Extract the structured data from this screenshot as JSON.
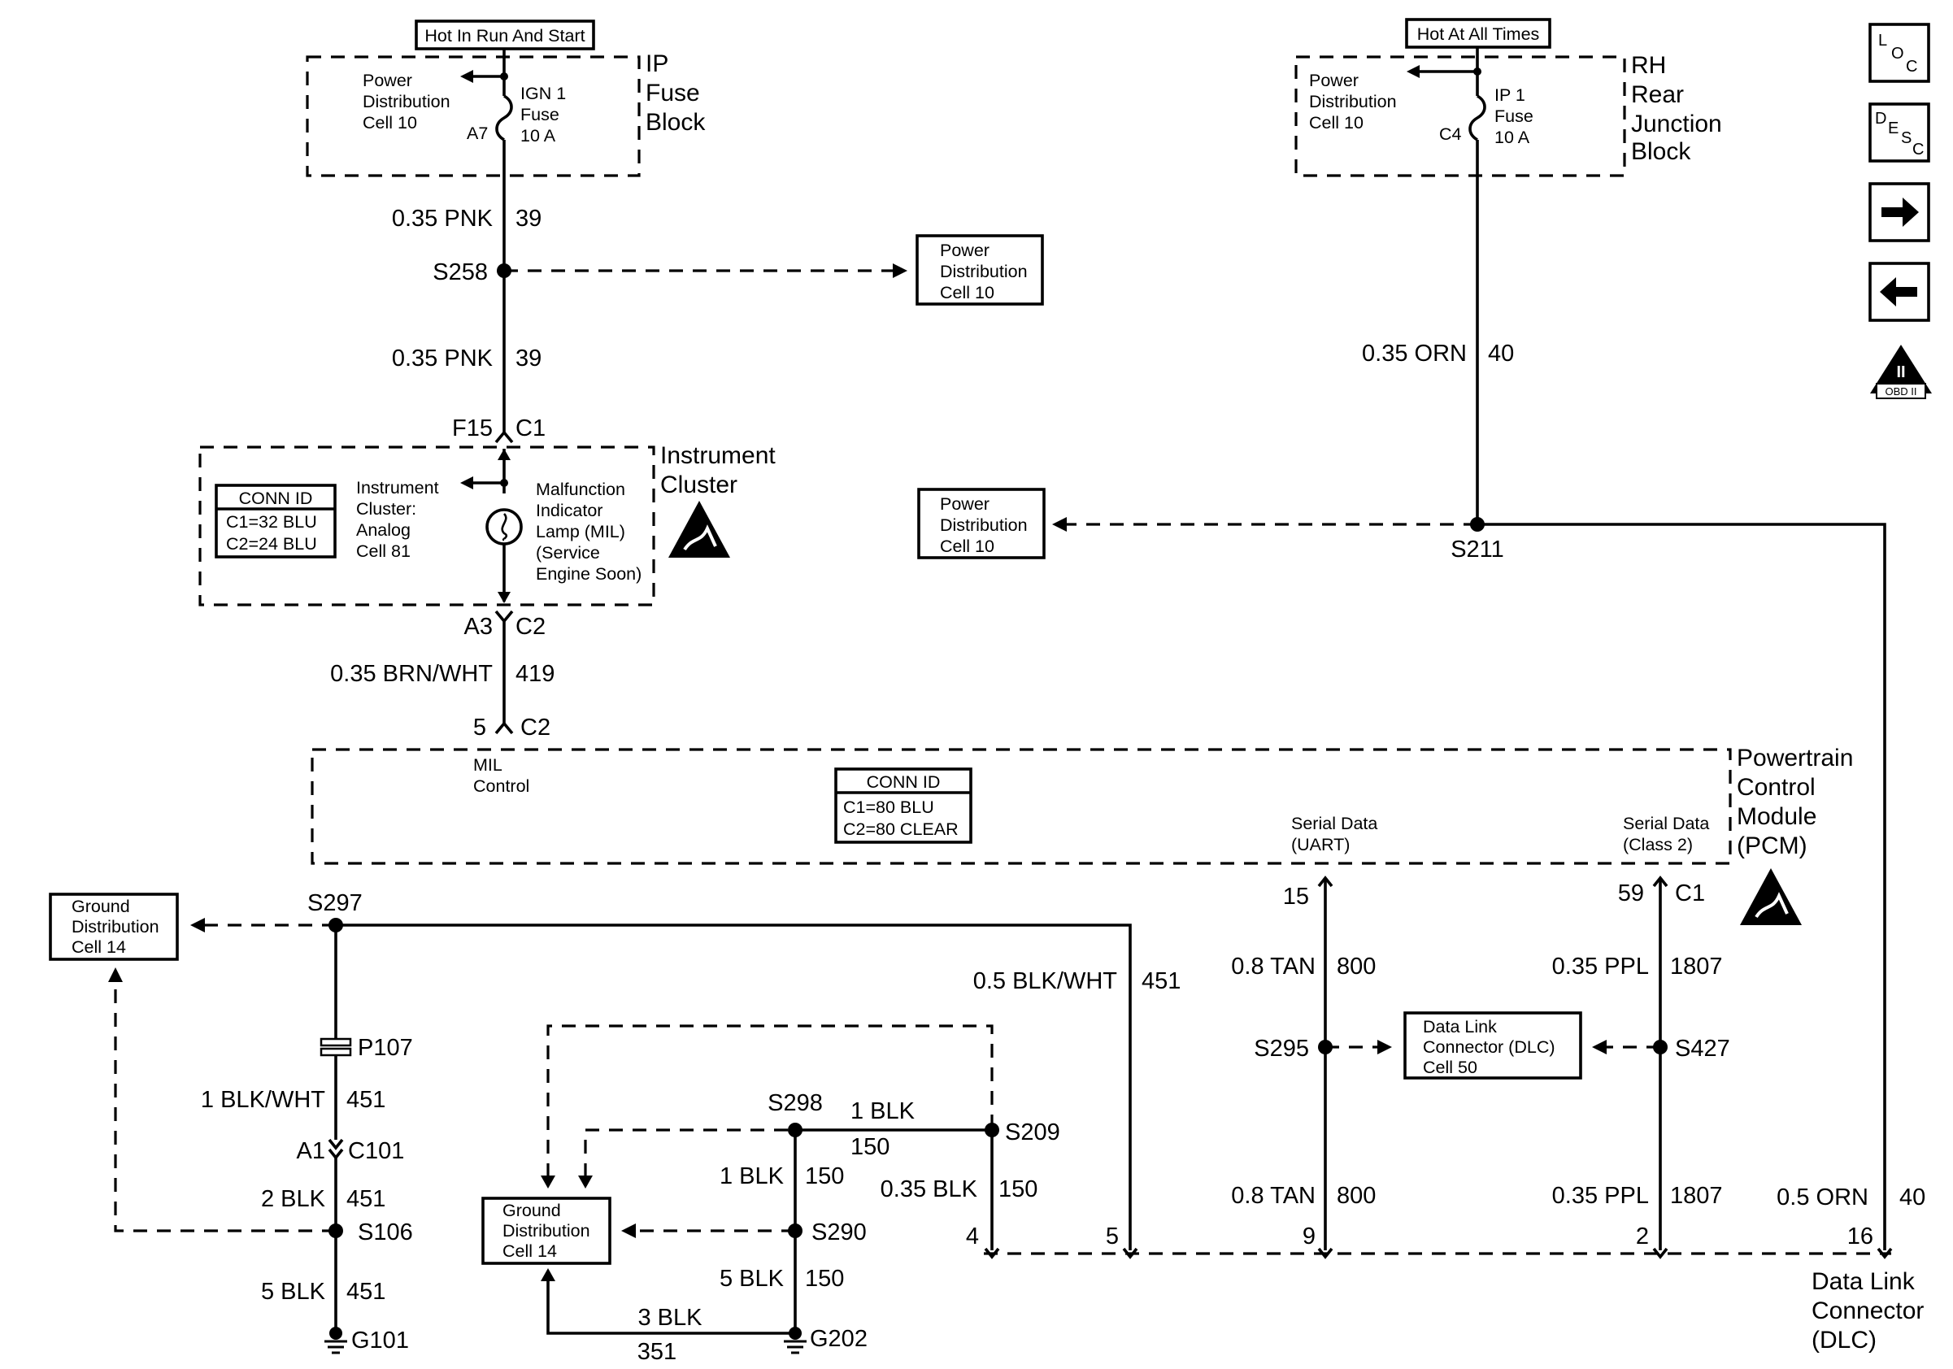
{
  "sources": {
    "ign": {
      "label": "Hot In Run And Start"
    },
    "bat": {
      "label": "Hot At All Times"
    }
  },
  "ip_fuse_block": {
    "name": [
      "IP",
      "Fuse",
      "Block"
    ],
    "pd_ref": [
      "Power",
      "Distribution",
      "Cell 10"
    ],
    "fuse": [
      "IGN 1",
      "Fuse",
      "10 A"
    ],
    "terminal": "A7"
  },
  "rh_junction_block": {
    "name": [
      "RH",
      "Rear",
      "Junction",
      "Block"
    ],
    "pd_ref": [
      "Power",
      "Distribution",
      "Cell 10"
    ],
    "fuse": [
      "IP 1",
      "Fuse",
      "10 A"
    ],
    "terminal": "C4"
  },
  "wires": {
    "pnk_top": {
      "gauge": "0.35 PNK",
      "circuit": "39"
    },
    "pnk_mid": {
      "gauge": "0.35 PNK",
      "circuit": "39"
    },
    "brn_wht": {
      "gauge": "0.35 BRN/WHT",
      "circuit": "419"
    },
    "orn_top": {
      "gauge": "0.35 ORN",
      "circuit": "40"
    },
    "blk_wht_pcm": {
      "gauge": "0.5 BLK/WHT",
      "circuit": "451"
    },
    "tan_top": {
      "gauge": "0.8 TAN",
      "circuit": "800"
    },
    "ppl_top": {
      "gauge": "0.35 PPL",
      "circuit": "1807"
    },
    "blk_wht_p107": {
      "gauge": "1 BLK/WHT",
      "circuit": "451"
    },
    "blk_2": {
      "gauge": "2 BLK",
      "circuit": "451"
    },
    "blk_5_g101": {
      "gauge": "5 BLK",
      "circuit": "451"
    },
    "blk_1_h": {
      "gauge": "1 BLK",
      "circuit": "150"
    },
    "blk_1_v": {
      "gauge": "1 BLK",
      "circuit": "150"
    },
    "blk_035": {
      "gauge": "0.35 BLK",
      "circuit": "150"
    },
    "blk_5_g202": {
      "gauge": "5 BLK",
      "circuit": "150"
    },
    "blk_3": {
      "gauge": "3 BLK",
      "circuit": "351"
    },
    "tan_bot": {
      "gauge": "0.8 TAN",
      "circuit": "800"
    },
    "ppl_bot": {
      "gauge": "0.35 PPL",
      "circuit": "1807"
    },
    "orn_bot": {
      "gauge": "0.5 ORN",
      "circuit": "40"
    }
  },
  "splices": {
    "s258": "S258",
    "s211": "S211",
    "s297": "S297",
    "s106": "S106",
    "s298": "S298",
    "s209": "S209",
    "s290": "S290",
    "s295": "S295",
    "s427": "S427"
  },
  "refs": {
    "pd_s258": [
      "Power",
      "Distribution",
      "Cell 10"
    ],
    "pd_s211": [
      "Power",
      "Distribution",
      "Cell 10"
    ],
    "gd_left": [
      "Ground",
      "Distribution",
      "Cell 14"
    ],
    "gd_mid": [
      "Ground",
      "Distribution",
      "Cell 14"
    ],
    "dlc_ref": [
      "Data Link",
      "Connector (DLC)",
      "Cell 50"
    ]
  },
  "instrument_cluster": {
    "name": [
      "Instrument",
      "Cluster"
    ],
    "conn_id": {
      "header": "CONN ID",
      "c1": "C1=32 BLU",
      "c2": "C2=24 BLU"
    },
    "analog": [
      "Instrument",
      "Cluster:",
      "Analog",
      "Cell 81"
    ],
    "mil": [
      "Malfunction",
      "Indicator",
      "Lamp (MIL)",
      "(Service",
      "Engine Soon)"
    ],
    "pin_in": "F15",
    "conn_in": "C1",
    "pin_out": "A3",
    "conn_out": "C2"
  },
  "pcm": {
    "name": [
      "Powertrain",
      "Control",
      "Module",
      "(PCM)"
    ],
    "conn_id": {
      "header": "CONN ID",
      "c1": "C1=80 BLU",
      "c2": "C2=80 CLEAR"
    },
    "mil_pin": "5",
    "mil_conn": "C2",
    "mil_label": [
      "MIL",
      "Control"
    ],
    "uart_label": [
      "Serial Data",
      "(UART)"
    ],
    "class2_label": [
      "Serial Data",
      "(Class 2)"
    ],
    "uart_pin": "15",
    "class2_pin": "59",
    "class2_conn": "C1"
  },
  "connectors": {
    "p107": "P107",
    "c101_pin": "A1",
    "c101": "C101"
  },
  "grounds": {
    "g101": "G101",
    "g202": "G202"
  },
  "dlc": {
    "name": [
      "Data Link",
      "Connector",
      "(DLC)"
    ],
    "pins": {
      "p4": "4",
      "p5": "5",
      "p9": "9",
      "p2": "2",
      "p16": "16"
    }
  },
  "side_icons": {
    "loc": {
      "l": "L",
      "o": "O",
      "c": "C"
    },
    "desc": {
      "d": "D",
      "e": "E",
      "s": "S",
      "c": "C"
    },
    "next_icon": "arrow-right-icon",
    "prev_icon": "arrow-left-icon",
    "obd": {
      "roman": "II",
      "label": "OBD II"
    }
  }
}
